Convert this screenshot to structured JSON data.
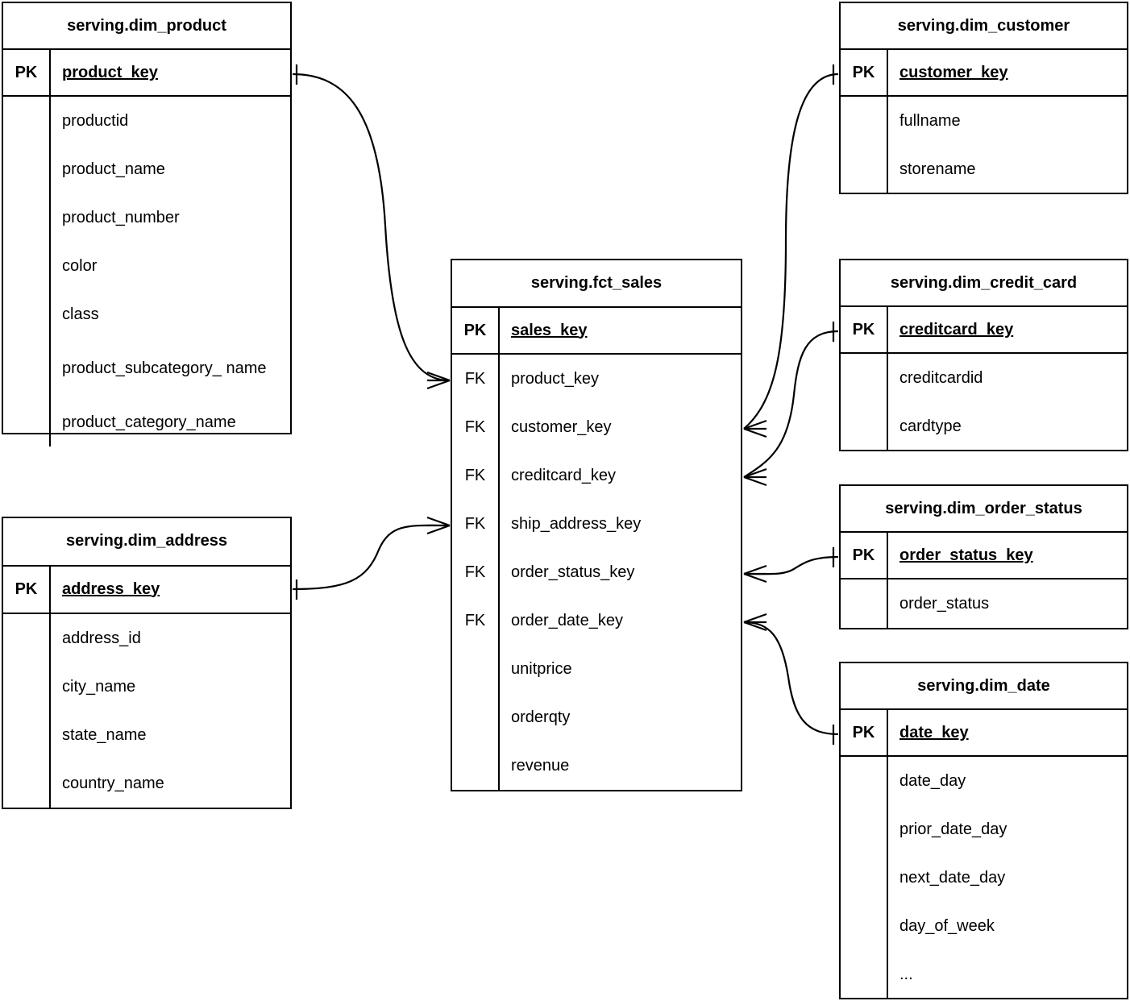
{
  "diagram": {
    "title": "Star schema entity relationship diagram",
    "notation": "crow's foot",
    "background_color": "#ffffff",
    "line_color": "#000000",
    "text_color": "#000000"
  },
  "tables": {
    "dim_product": {
      "name": "serving.dim_product",
      "pk_tag": "PK",
      "pk_field": "product_key",
      "fields": [
        {
          "tag": "",
          "name": "productid"
        },
        {
          "tag": "",
          "name": "product_name"
        },
        {
          "tag": "",
          "name": "product_number"
        },
        {
          "tag": "",
          "name": "color"
        },
        {
          "tag": "",
          "name": "class"
        },
        {
          "tag": "",
          "name": "product_subcategory_\nname"
        },
        {
          "tag": "",
          "name": "product_category_name"
        }
      ]
    },
    "dim_address": {
      "name": "serving.dim_address",
      "pk_tag": "PK",
      "pk_field": "address_key",
      "fields": [
        {
          "tag": "",
          "name": "address_id"
        },
        {
          "tag": "",
          "name": "city_name"
        },
        {
          "tag": "",
          "name": "state_name"
        },
        {
          "tag": "",
          "name": "country_name"
        }
      ]
    },
    "fct_sales": {
      "name": "serving.fct_sales",
      "pk_tag": "PK",
      "pk_field": "sales_key",
      "fields": [
        {
          "tag": "FK",
          "name": "product_key"
        },
        {
          "tag": "FK",
          "name": "customer_key"
        },
        {
          "tag": "FK",
          "name": "creditcard_key"
        },
        {
          "tag": "FK",
          "name": "ship_address_key"
        },
        {
          "tag": "FK",
          "name": "order_status_key"
        },
        {
          "tag": "FK",
          "name": "order_date_key"
        },
        {
          "tag": "",
          "name": "unitprice"
        },
        {
          "tag": "",
          "name": "orderqty"
        },
        {
          "tag": "",
          "name": "revenue"
        }
      ]
    },
    "dim_customer": {
      "name": "serving.dim_customer",
      "pk_tag": "PK",
      "pk_field": "customer_key",
      "fields": [
        {
          "tag": "",
          "name": "fullname"
        },
        {
          "tag": "",
          "name": "storename"
        }
      ]
    },
    "dim_credit_card": {
      "name": "serving.dim_credit_card",
      "pk_tag": "PK",
      "pk_field": "creditcard_key",
      "fields": [
        {
          "tag": "",
          "name": "creditcardid"
        },
        {
          "tag": "",
          "name": "cardtype"
        }
      ]
    },
    "dim_order_status": {
      "name": "serving.dim_order_status",
      "pk_tag": "PK",
      "pk_field": "order_status_key",
      "fields": [
        {
          "tag": "",
          "name": "order_status"
        }
      ]
    },
    "dim_date": {
      "name": "serving.dim_date",
      "pk_tag": "PK",
      "pk_field": "date_key",
      "fields": [
        {
          "tag": "",
          "name": "date_day"
        },
        {
          "tag": "",
          "name": "prior_date_day"
        },
        {
          "tag": "",
          "name": "next_date_day"
        },
        {
          "tag": "",
          "name": "day_of_week"
        },
        {
          "tag": "",
          "name": "..."
        }
      ]
    }
  },
  "relationships": [
    {
      "from": "dim_product.product_key",
      "to": "fct_sales.product_key",
      "from_card": "one",
      "to_card": "many"
    },
    {
      "from": "dim_address.address_key",
      "to": "fct_sales.ship_address_key",
      "from_card": "one",
      "to_card": "many"
    },
    {
      "from": "dim_customer.customer_key",
      "to": "fct_sales.customer_key",
      "from_card": "one",
      "to_card": "many"
    },
    {
      "from": "dim_credit_card.creditcard_key",
      "to": "fct_sales.creditcard_key",
      "from_card": "one",
      "to_card": "many"
    },
    {
      "from": "dim_order_status.order_status_key",
      "to": "fct_sales.order_status_key",
      "from_card": "one",
      "to_card": "many"
    },
    {
      "from": "dim_date.date_key",
      "to": "fct_sales.order_date_key",
      "from_card": "one",
      "to_card": "many"
    }
  ]
}
